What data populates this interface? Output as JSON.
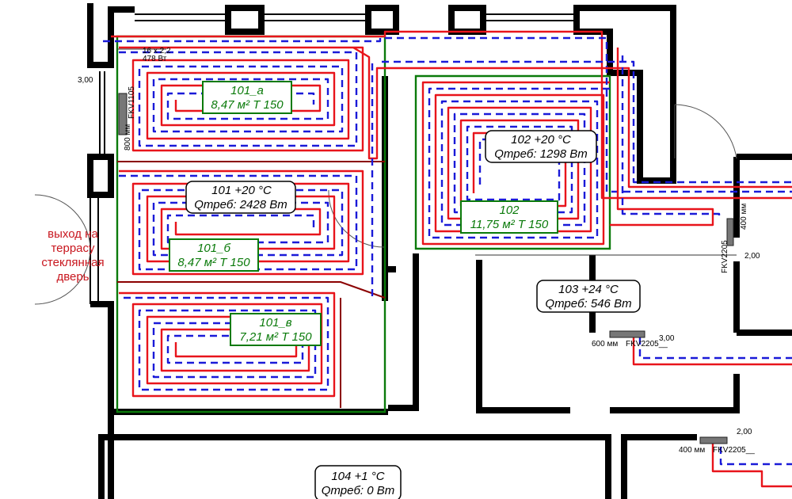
{
  "zones": [
    {
      "name": "101_а",
      "spec": "8,47 м²  Т 150"
    },
    {
      "name": "101_б",
      "spec": "8,47 м²  Т 150"
    },
    {
      "name": "101_в",
      "spec": "7,21 м²  Т 150"
    },
    {
      "name": "102",
      "spec": "11,75 м²  Т 150"
    }
  ],
  "rooms": [
    {
      "title": "101  +20 °С",
      "load": "Qтреб: 2428 Вт"
    },
    {
      "title": "102  +20 °С",
      "load": "Qтреб: 1298 Вт"
    },
    {
      "title": "103  +24 °С",
      "load": "Qтреб: 546 Вт"
    },
    {
      "title": "104  +1 °С",
      "load": "Qтреб: 0 Вт"
    }
  ],
  "terrace_note": [
    "выход на",
    "террасу",
    "стеклянная",
    "дверь"
  ],
  "equipment": {
    "rad1_code": "FKV1105",
    "rad1_size": "800 мм",
    "rad1_height": "3,00",
    "pipe_label": "16 х 2,2",
    "pipe_power": "478 Вт",
    "rad2_code": "FKV2205",
    "rad2_size": "400 мм",
    "rad2_height": "2,00",
    "rad3_code": "FKV2205__",
    "rad3_size": "600 мм",
    "rad3_height": "3,00",
    "rad4_code": "FKV2205__",
    "rad4_size": "400 мм",
    "rad4_height": "2,00"
  },
  "colors": {
    "supply": "#e8141b",
    "return": "#1a1ad8",
    "zone": "#0a7a0a",
    "wall": "#000000"
  }
}
